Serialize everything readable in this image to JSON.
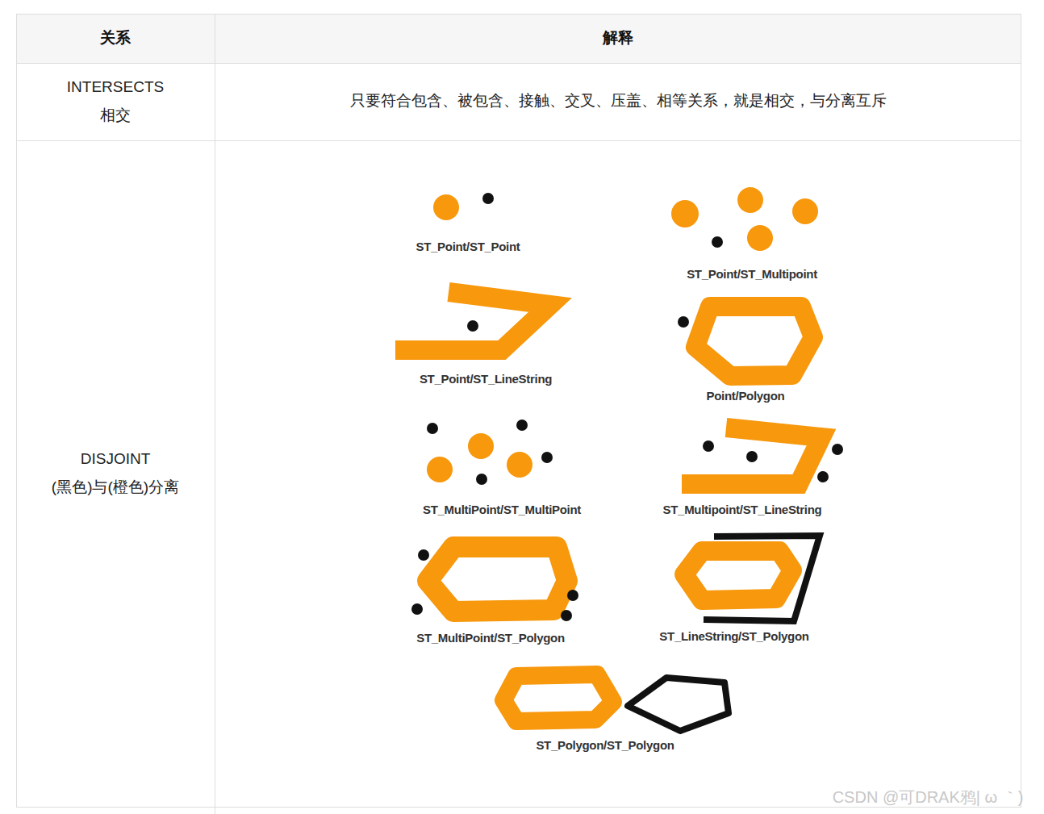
{
  "diagram": {
    "labels": [
      "关系",
      "解释",
      "INTERSECTS",
      "相交",
      "只要符合包含、被包含、接触、交叉、压盖、相等关系，就是相交，与分离互斥",
      "DISJOINT",
      "(黑色)与(橙色)分离",
      "ST_Point/ST_Point",
      "ST_Point/ST_Multipoint",
      "ST_Point/ST_LineString",
      "Point/Polygon",
      "ST_MultiPoint/ST_MultiPoint",
      "ST_Multipoint/ST_LineString",
      "ST_MultiPoint/ST_Polygon",
      "ST_LineString/ST_Polygon",
      "ST_Polygon/ST_Polygon",
      "CSDN @可DRAK鸦| ω ｀)"
    ]
  }
}
